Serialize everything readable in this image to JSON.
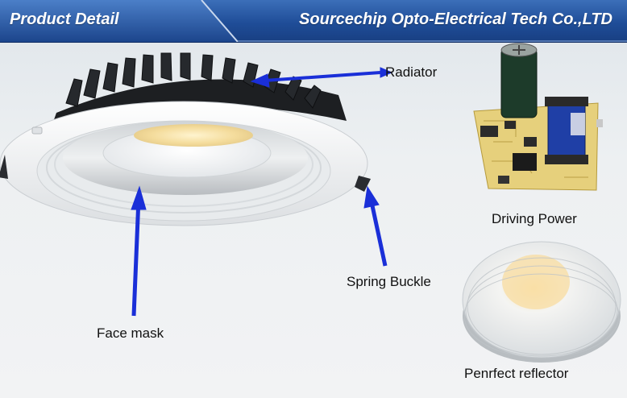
{
  "header": {
    "title_left": "Product Detail",
    "title_right": "Sourcechip Opto-Electrical Tech Co.,LTD",
    "bar_color": "#1f4d98"
  },
  "labels": {
    "radiator": "Radiator",
    "driving_power": "Driving Power",
    "spring_buckle": "Spring Buckle",
    "face_mask": "Face mask",
    "reflector": "Penrfect reflector"
  },
  "colors": {
    "arrow": "#1a2fd8",
    "heatsink": "#1d1f22",
    "housing": "#f7f7f7",
    "led": "#f6e3b0",
    "pcb": "#e6d07c"
  }
}
